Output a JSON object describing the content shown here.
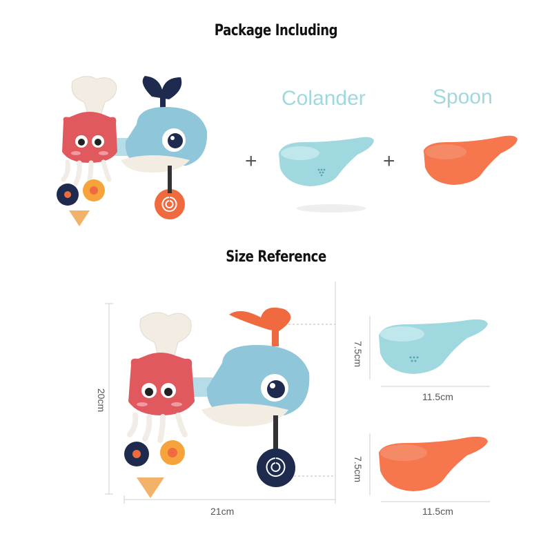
{
  "sections": {
    "package_title": "Package Including",
    "size_title": "Size Reference"
  },
  "items": {
    "colander_label": "Colander",
    "spoon_label": "Spoon",
    "plus_symbol": "+"
  },
  "dimensions": {
    "toy_height": "20cm",
    "toy_width": "21cm",
    "colander_height": "7.5cm",
    "colander_width": "11.5cm",
    "spoon_height": "7.5cm",
    "spoon_width": "11.5cm"
  },
  "colors": {
    "squid": "#e0595f",
    "whale": "#8fc6d9",
    "whale_fin_top": "#1e2b4f",
    "whale_fin_bottom": "#ef6b3f",
    "colander": "#9fd8df",
    "spoon": "#f6764e",
    "funnel": "#f2ece2"
  }
}
